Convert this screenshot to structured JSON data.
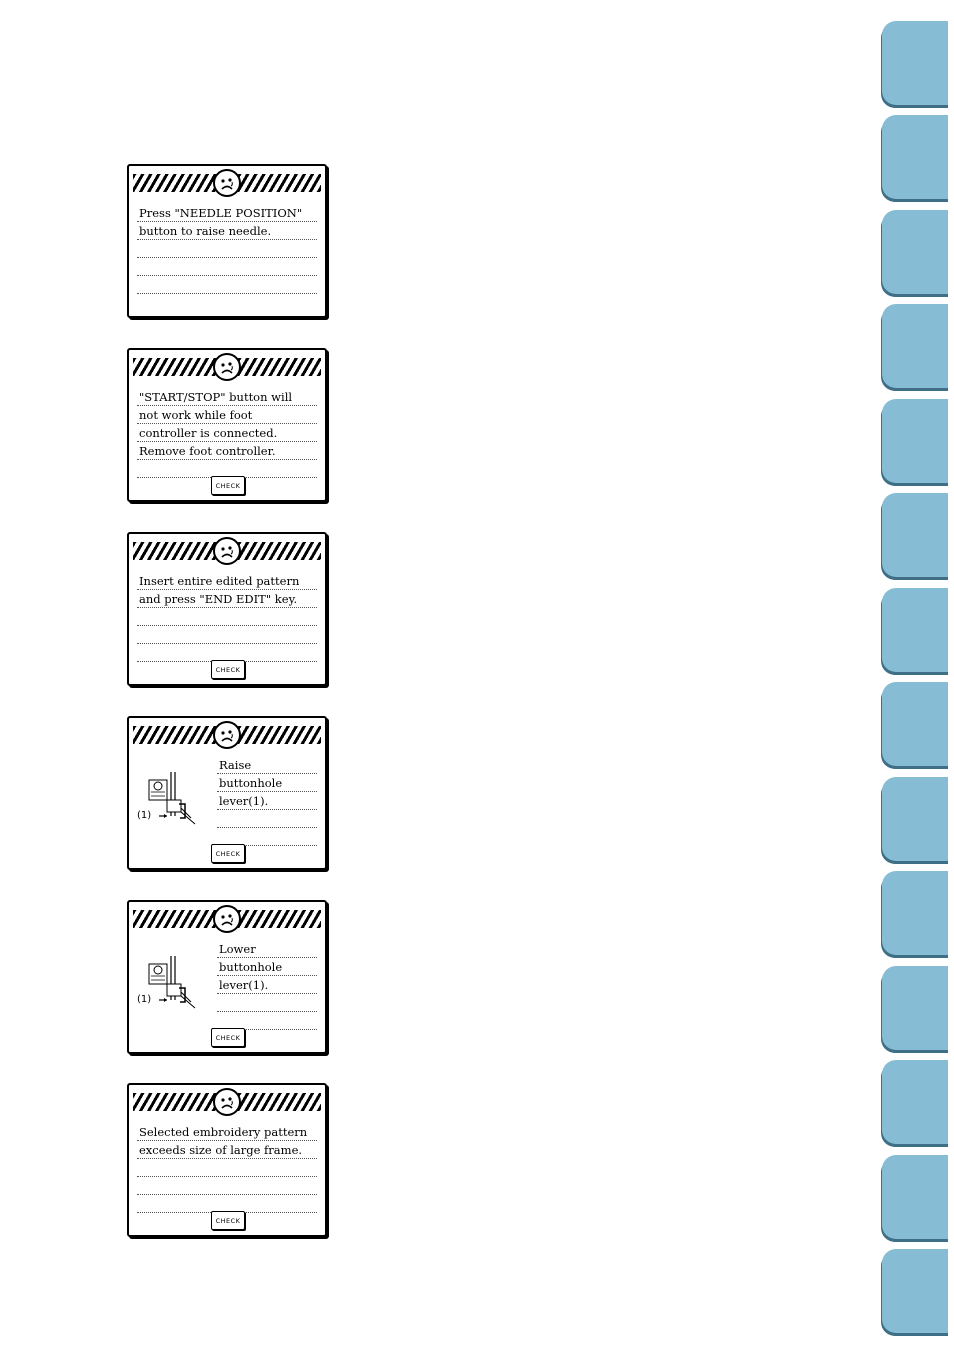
{
  "screens": [
    {
      "id": "needle-position",
      "lines": [
        "Press \"NEEDLE POSITION\"",
        "button to raise needle.",
        "",
        "",
        ""
      ],
      "has_check": false
    },
    {
      "id": "start-stop",
      "lines": [
        "\"START/STOP\" button will",
        "not work while foot",
        "controller is connected.",
        "Remove foot controller.",
        ""
      ],
      "has_check": true
    },
    {
      "id": "end-edit",
      "lines": [
        "Insert entire edited pattern",
        "and press \"END EDIT\" key.",
        "",
        "",
        ""
      ],
      "has_check": true
    },
    {
      "id": "raise-buttonhole",
      "lines": [
        "Raise",
        "buttonhole",
        "lever(1).",
        "",
        ""
      ],
      "illustration_label": "(1)",
      "has_check": true
    },
    {
      "id": "lower-buttonhole",
      "lines": [
        "Lower",
        "buttonhole",
        "lever(1).",
        "",
        ""
      ],
      "illustration_label": "(1)",
      "has_check": true
    },
    {
      "id": "embroidery-size",
      "lines": [
        "Selected embroidery pattern",
        "exceeds size of large frame.",
        "",
        "",
        ""
      ],
      "has_check": true
    }
  ],
  "check_label": "CHECK",
  "colors": {
    "tab": "#86bdd4",
    "tab_shadow": "#3f6f86"
  },
  "tabs_count": 14
}
